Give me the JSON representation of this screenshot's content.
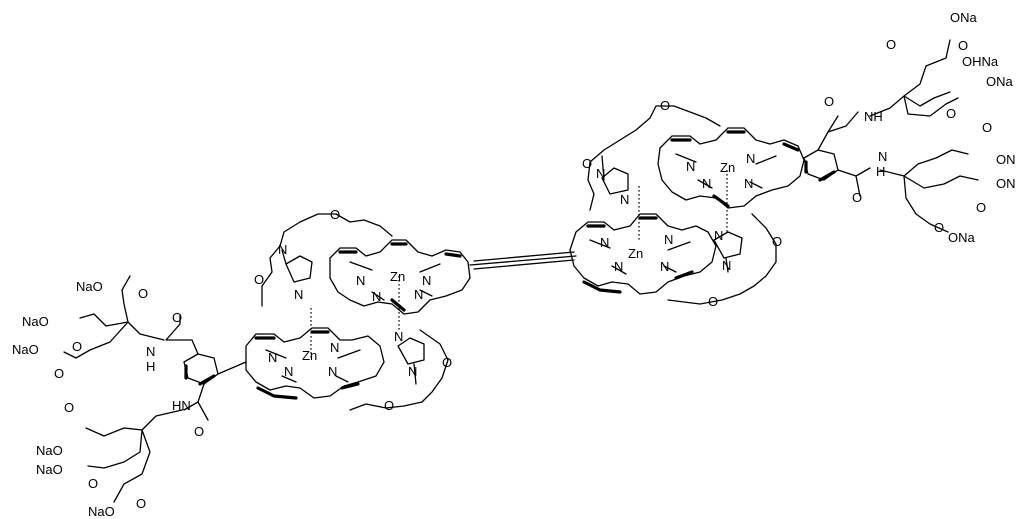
{
  "atoms": {
    "zn": "Zn",
    "n": "N",
    "o": "O",
    "h": "H",
    "nh": "NH",
    "hn": "HN",
    "ona": "ONa",
    "naO": "NaO",
    "ohna": "OHNa",
    "ona_clipped": "ONa",
    "on_clipped": "ON",
    "oo_clipped": "ON"
  },
  "colors": {
    "ink": "#000000",
    "background": "#ffffff"
  }
}
